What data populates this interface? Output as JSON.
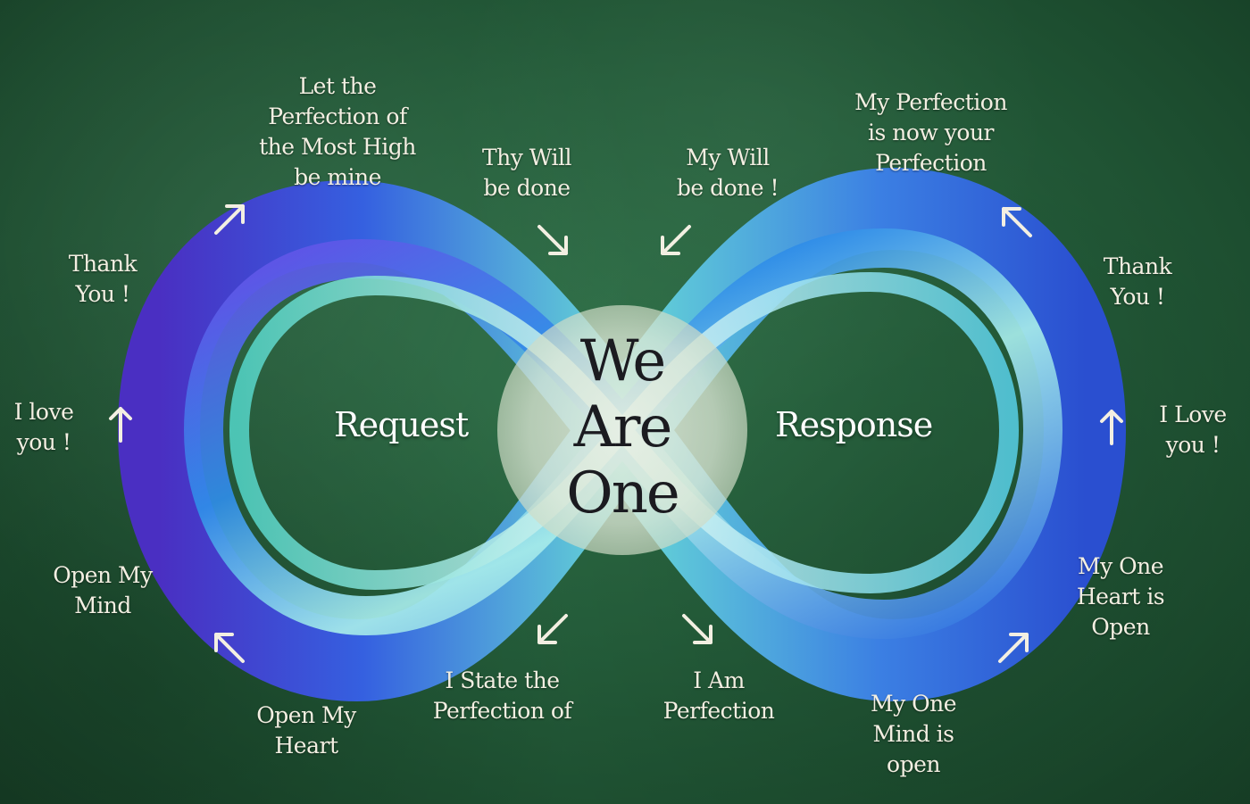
{
  "center": {
    "title": "We\nAre\nOne"
  },
  "loops": {
    "left": "Request",
    "right": "Response"
  },
  "labels": {
    "let_perfection": "Let the\nPerfection of\nthe Most High\nbe mine",
    "thy_will": "Thy Will\nbe done",
    "my_will": "My Will\nbe done !",
    "my_perfection": "My Perfection\nis now your\nPerfection",
    "thank_you_left": "Thank\nYou !",
    "thank_you_right": "Thank\nYou !",
    "i_love_you_left": "I love\nyou !",
    "i_love_you_right": "I Love\nyou !",
    "open_my_mind": "Open My\nMind",
    "open_my_heart": "Open My\nHeart",
    "i_state": "I State the\nPerfection of",
    "i_am": "I Am\nPerfection",
    "my_one_mind": "My One\nMind is\nopen",
    "my_one_heart": "My One\nHeart is\nOpen"
  },
  "colors": {
    "background": "#245d3a",
    "text": "#f3efe2",
    "center_text": "#1b1b20",
    "ribbon_purple": "#5b3fd6",
    "ribbon_blue": "#2f7be0",
    "ribbon_teal": "#48c9c4",
    "ribbon_light": "#bfe9ee"
  },
  "icons": {
    "arrow_up_right": "arrow-up-right-icon",
    "arrow_down_right": "arrow-down-right-icon",
    "arrow_down_left": "arrow-down-left-icon",
    "arrow_up_left": "arrow-up-left-icon",
    "arrow_up": "arrow-up-icon"
  }
}
